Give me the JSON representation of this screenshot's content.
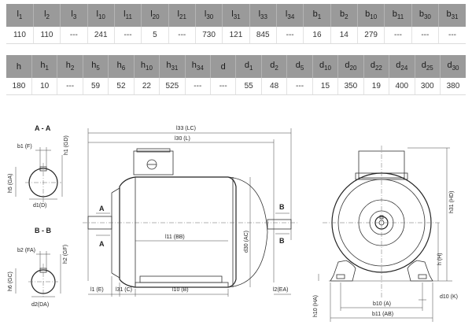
{
  "table1": {
    "headers": [
      {
        "b": "l",
        "s": "1"
      },
      {
        "b": "l",
        "s": "2"
      },
      {
        "b": "l",
        "s": "3"
      },
      {
        "b": "l",
        "s": "10"
      },
      {
        "b": "l",
        "s": "11"
      },
      {
        "b": "l",
        "s": "20"
      },
      {
        "b": "l",
        "s": "21"
      },
      {
        "b": "l",
        "s": "30"
      },
      {
        "b": "l",
        "s": "31"
      },
      {
        "b": "l",
        "s": "33"
      },
      {
        "b": "l",
        "s": "34"
      },
      {
        "b": "b",
        "s": "1"
      },
      {
        "b": "b",
        "s": "2"
      },
      {
        "b": "b",
        "s": "10"
      },
      {
        "b": "b",
        "s": "11"
      },
      {
        "b": "b",
        "s": "30"
      },
      {
        "b": "b",
        "s": "31"
      }
    ],
    "values": [
      "110",
      "110",
      "---",
      "241",
      "---",
      "5",
      "---",
      "730",
      "121",
      "845",
      "---",
      "16",
      "14",
      "279",
      "---",
      "---",
      "---"
    ]
  },
  "table2": {
    "headers": [
      {
        "b": "h",
        "s": ""
      },
      {
        "b": "h",
        "s": "1"
      },
      {
        "b": "h",
        "s": "2"
      },
      {
        "b": "h",
        "s": "5"
      },
      {
        "b": "h",
        "s": "6"
      },
      {
        "b": "h",
        "s": "10"
      },
      {
        "b": "h",
        "s": "31"
      },
      {
        "b": "h",
        "s": "34"
      },
      {
        "b": "d",
        "s": ""
      },
      {
        "b": "d",
        "s": "1"
      },
      {
        "b": "d",
        "s": "2"
      },
      {
        "b": "d",
        "s": "5"
      },
      {
        "b": "d",
        "s": "10"
      },
      {
        "b": "d",
        "s": "20"
      },
      {
        "b": "d",
        "s": "22"
      },
      {
        "b": "d",
        "s": "24"
      },
      {
        "b": "d",
        "s": "25"
      },
      {
        "b": "d",
        "s": "30"
      }
    ],
    "values": [
      "180",
      "10",
      "---",
      "59",
      "52",
      "22",
      "525",
      "---",
      "---",
      "55",
      "48",
      "---",
      "15",
      "350",
      "19",
      "400",
      "300",
      "380"
    ]
  },
  "drawing": {
    "section_aa": "A - A",
    "section_bb": "B - B",
    "marker_a": "A",
    "marker_b": "B",
    "labels": {
      "b1": "b1 (F)",
      "h1": "h1 (GD)",
      "h5": "h5 (GA)",
      "d1": "d1(D)",
      "b2": "b2 (FA)",
      "h2": "h2 (GF)",
      "h6": "h6 (GC)",
      "d2": "d2(DA)",
      "l33": "l33 (LC)",
      "l30": "l30 (L)",
      "l11": "l11 (BB)",
      "d30": "d30 (AC)",
      "l1": "l1 (E)",
      "l31": "l31 (C)",
      "l10": "l10 (B)",
      "l2": "l2(EA)",
      "h31": "h31 (HD)",
      "h": "h (H)",
      "h10": "h10 (HA)",
      "b10": "b10 (A)",
      "d10": "d10 (K)",
      "b11": "b11 (AB)"
    }
  }
}
